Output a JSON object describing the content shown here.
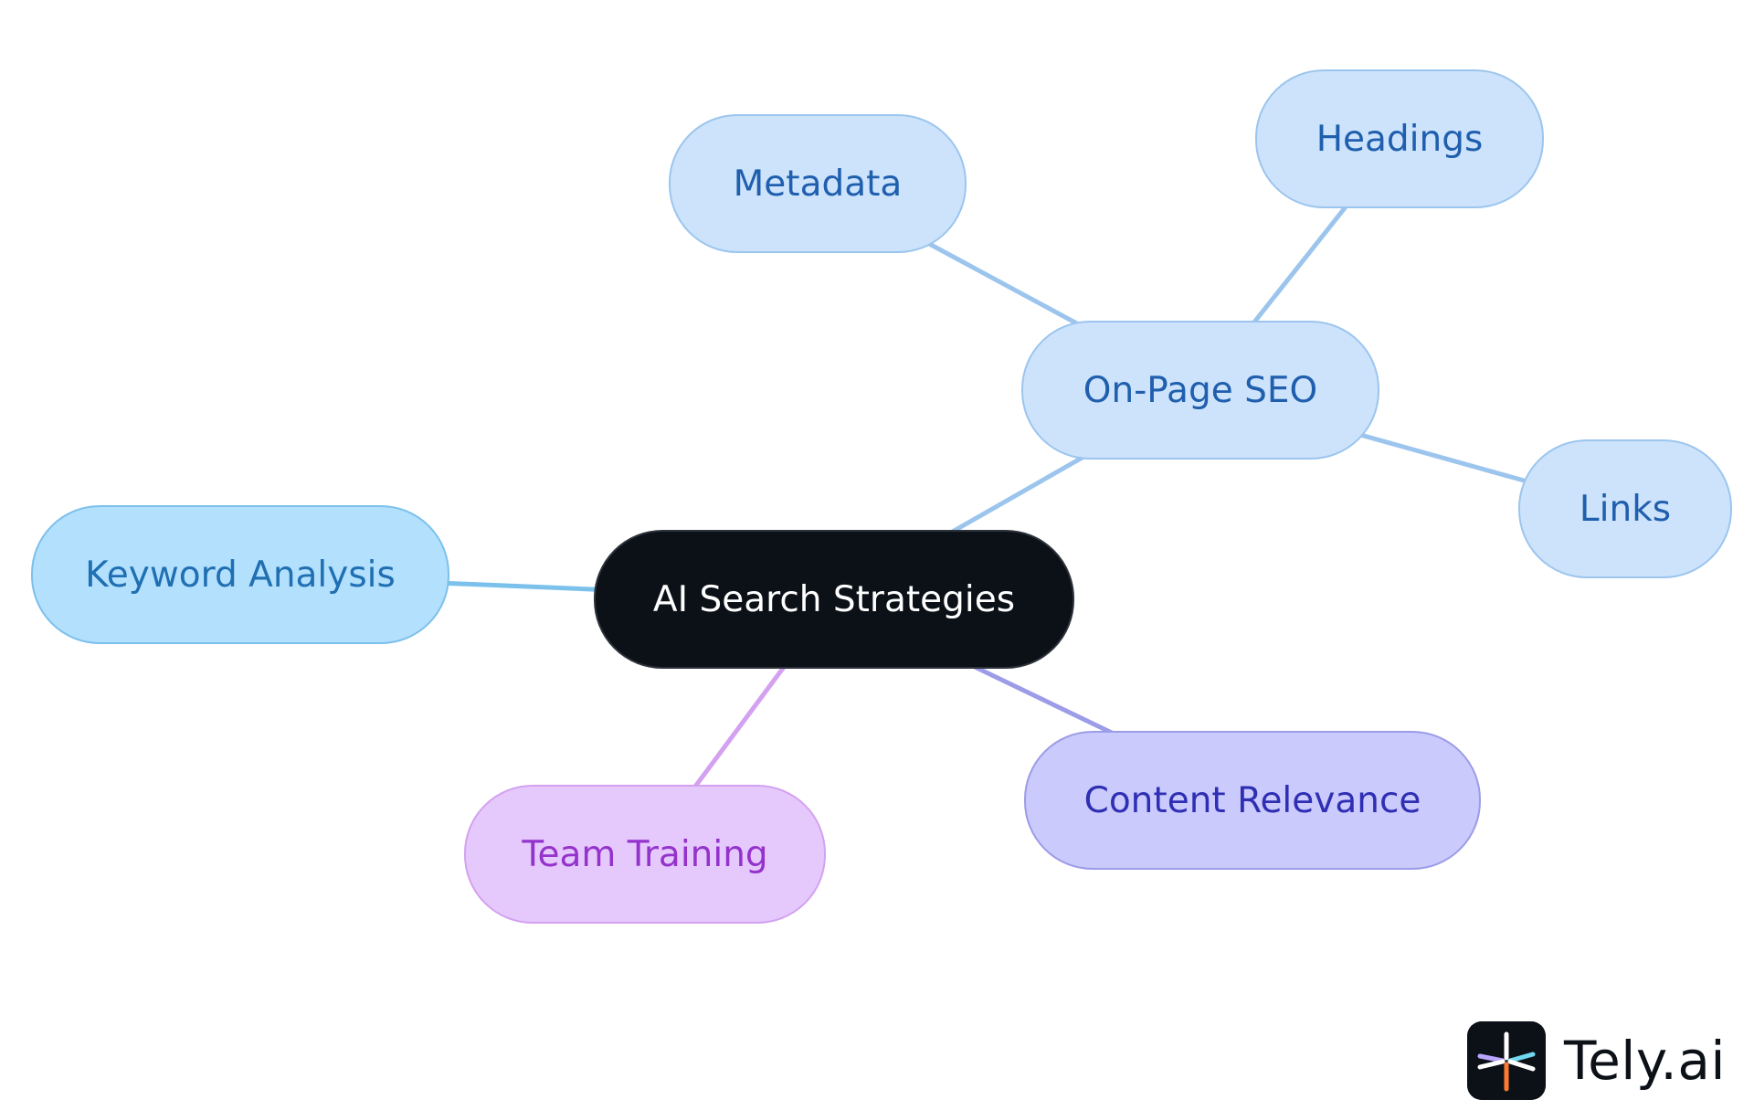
{
  "diagram": {
    "type": "mind-map",
    "root": {
      "id": "root",
      "label": "AI Search Strategies",
      "fill": "#0c1118",
      "stroke": "#2d333b",
      "text_color": "#ffffff"
    },
    "nodes": [
      {
        "id": "keyword-analysis",
        "label": "Keyword Analysis",
        "parent": "root",
        "fill": "#b3e0fd",
        "stroke": "#7cc0ec",
        "text_color": "#1f6fb2",
        "edge_color": "#7cc0ec"
      },
      {
        "id": "on-page-seo",
        "label": "On-Page SEO",
        "parent": "root",
        "fill": "#cde3fb",
        "stroke": "#9cc5ee",
        "text_color": "#1f5fae",
        "edge_color": "#9cc5ee"
      },
      {
        "id": "metadata",
        "label": "Metadata",
        "parent": "on-page-seo",
        "fill": "#cde3fb",
        "stroke": "#9cc5ee",
        "text_color": "#1f5fae",
        "edge_color": "#9cc5ee"
      },
      {
        "id": "headings",
        "label": "Headings",
        "parent": "on-page-seo",
        "fill": "#cde3fb",
        "stroke": "#9cc5ee",
        "text_color": "#1f5fae",
        "edge_color": "#9cc5ee"
      },
      {
        "id": "links",
        "label": "Links",
        "parent": "on-page-seo",
        "fill": "#cde3fb",
        "stroke": "#9cc5ee",
        "text_color": "#1f5fae",
        "edge_color": "#9cc5ee"
      },
      {
        "id": "content-relevance",
        "label": "Content Relevance",
        "parent": "root",
        "fill": "#cacafc",
        "stroke": "#9c9ce8",
        "text_color": "#2f2fb4",
        "edge_color": "#9c9ce8"
      },
      {
        "id": "team-training",
        "label": "Team Training",
        "parent": "root",
        "fill": "#e6c9fc",
        "stroke": "#d3a1f0",
        "text_color": "#9433cc",
        "edge_color": "#d3a1f0"
      }
    ]
  },
  "brand": {
    "name": "Tely.ai",
    "mark_icon": "tely-logo-icon",
    "mark_colors": [
      "#ffffff",
      "#b9a4ff",
      "#6fd8f0",
      "#ff7a2f"
    ]
  }
}
